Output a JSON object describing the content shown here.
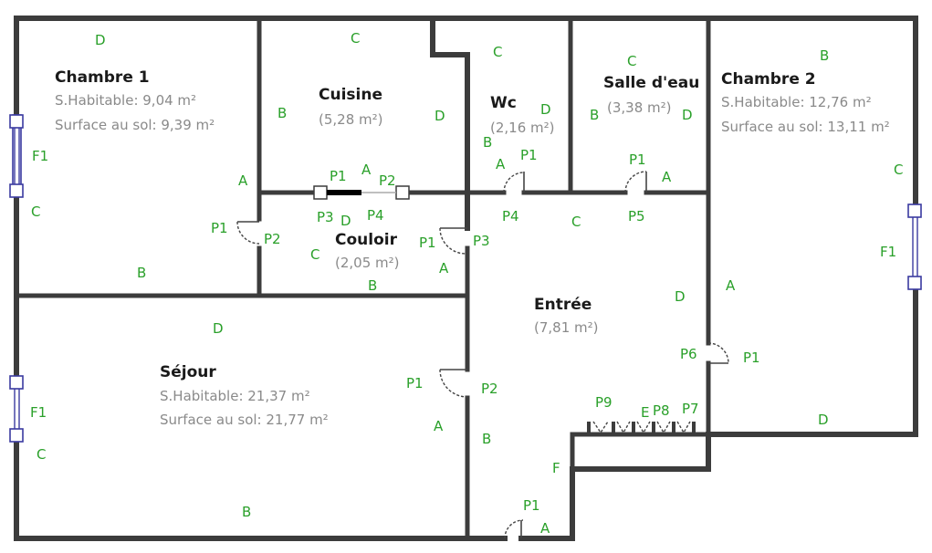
{
  "colors": {
    "wall": "#3c3c3c",
    "label": "#2aa02a",
    "room_name": "#1a1a1a",
    "area": "#8a8a8a",
    "window": "#3a3aa0"
  },
  "rooms": {
    "chambre1": {
      "name": "Chambre 1",
      "habitable": "S.Habitable: 9,04 m²",
      "sol": "Surface au sol: 9,39 m²"
    },
    "cuisine": {
      "name": "Cuisine",
      "area": "(5,28 m²)"
    },
    "wc": {
      "name": "Wc",
      "area": "(2,16 m²)"
    },
    "salle_eau": {
      "name": "Salle d'eau",
      "area": "(3,38 m²)"
    },
    "chambre2": {
      "name": "Chambre 2",
      "habitable": "S.Habitable: 12,76 m²",
      "sol": "Surface au sol: 13,11 m²"
    },
    "couloir": {
      "name": "Couloir",
      "area": "(2,05 m²)"
    },
    "entree": {
      "name": "Entrée",
      "area": "(7,81 m²)"
    },
    "sejour": {
      "name": "Séjour",
      "habitable": "S.Habitable: 21,37 m²",
      "sol": "Surface au sol: 21,77 m²"
    }
  },
  "labels": {
    "l01": "D",
    "l02": "C",
    "l03": "C",
    "l04": "C",
    "l05": "B",
    "l06": "F1",
    "l07": "C",
    "l08": "B",
    "l09": "A",
    "l10": "P1",
    "l11": "P2",
    "l12": "B",
    "l13": "D",
    "l14": "P1",
    "l15": "A",
    "l16": "P2",
    "l17": "P3",
    "l18": "D",
    "l19": "P4",
    "l20": "C",
    "l21": "B",
    "l22": "D",
    "l23": "B",
    "l24": "A",
    "l25": "P1",
    "l26": "P4",
    "l27": "B",
    "l28": "D",
    "l29": "P1",
    "l30": "A",
    "l31": "P5",
    "l32": "C",
    "l33": "C",
    "l34": "F1",
    "l35": "A",
    "l36": "D",
    "l37": "P1",
    "l38": "P3",
    "l39": "A",
    "l40": "D",
    "l41": "F1",
    "l42": "C",
    "l43": "P1",
    "l44": "P2",
    "l45": "A",
    "l46": "B",
    "l47": "B",
    "l48": "P6",
    "l49": "P1",
    "l50": "P9",
    "l51": "E",
    "l52": "P8",
    "l53": "P7",
    "l54": "D",
    "l55": "F",
    "l56": "P1",
    "l57": "A"
  }
}
